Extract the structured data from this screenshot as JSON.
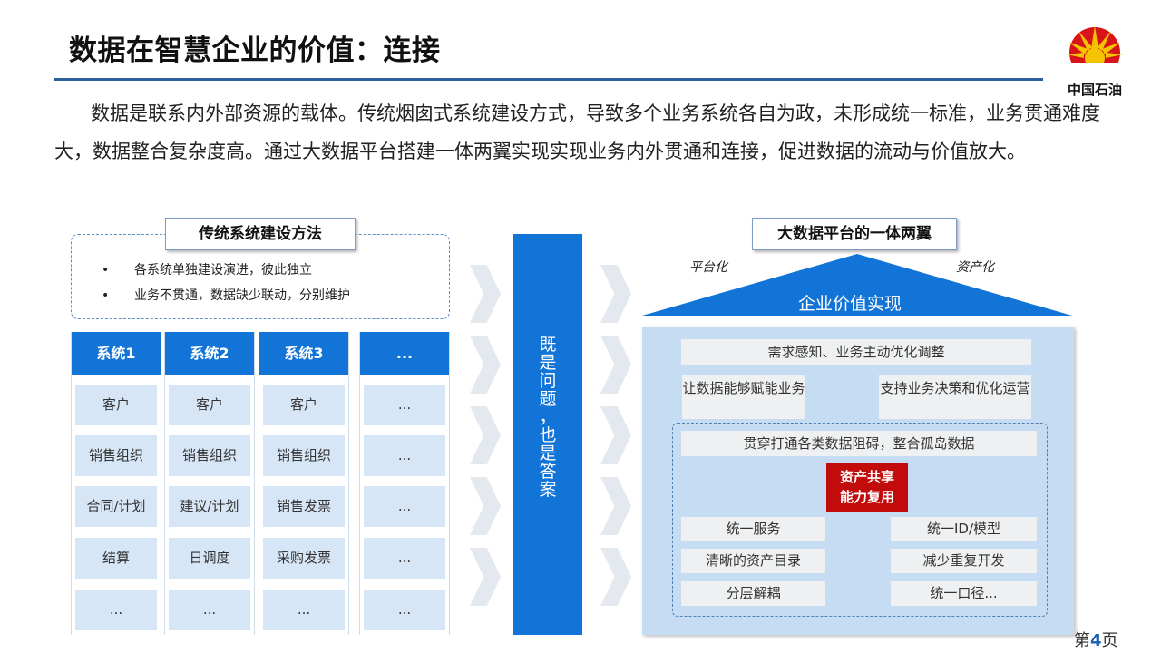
{
  "header": {
    "title": "数据在智慧企业的价值：连接",
    "logo_text": "中国石油"
  },
  "intro": "数据是联系内外部资源的载体。传统烟囱式系统建设方式，导致多个业务系统各自为政，未形成统一标准，业务贯通难度大，数据整合复杂度高。通过大数据平台搭建一体两翼实现实现业务内外贯通和连接，促进数据的流动与价值放大。",
  "left": {
    "tag": "传统系统建设方法",
    "bullets": [
      "各系统单独建设演进，彼此独立",
      "业务不贯通，数据缺少联动，分别维护"
    ],
    "columns": [
      {
        "head": "系统1",
        "cells": [
          "客户",
          "销售组织",
          "合同/计划",
          "结算",
          "..."
        ]
      },
      {
        "head": "系统2",
        "cells": [
          "客户",
          "销售组织",
          "建议/计划",
          "日调度",
          "..."
        ]
      },
      {
        "head": "系统3",
        "cells": [
          "客户",
          "销售组织",
          "销售发票",
          "采购发票",
          "..."
        ]
      },
      {
        "head": "...",
        "cells": [
          "...",
          "...",
          "...",
          "...",
          "..."
        ]
      }
    ]
  },
  "middle": {
    "chars": [
      "既",
      "是",
      "问",
      "题",
      "，",
      "也",
      "是",
      "答",
      "案"
    ]
  },
  "right": {
    "tag": "大数据平台的一体两翼",
    "wing_left": "平台化",
    "wing_right": "资产化",
    "roof_label": "企业价值实现",
    "top_box": "需求感知、业务主动优化调整",
    "left_box": "让数据能够赋能业务",
    "right_box": "支持业务决策和优化运营",
    "bar_box": "贯穿打通各类数据阻碍，整合孤岛数据",
    "core_line1": "资产共享",
    "core_line2": "能力复用",
    "grid": [
      "统一服务",
      "统一ID/模型",
      "清晰的资产目录",
      "减少重复开发",
      "分层解耦",
      "统一口径..."
    ]
  },
  "footer": {
    "page_prefix": "第",
    "page_number": "4",
    "page_suffix": "页"
  },
  "colors": {
    "primary_blue": "#1174d6",
    "cell_blue": "#d6e6f7",
    "panel_blue": "#c5dcf3",
    "accent_red": "#c20b0b",
    "title_rule": "#2a5f9e"
  }
}
